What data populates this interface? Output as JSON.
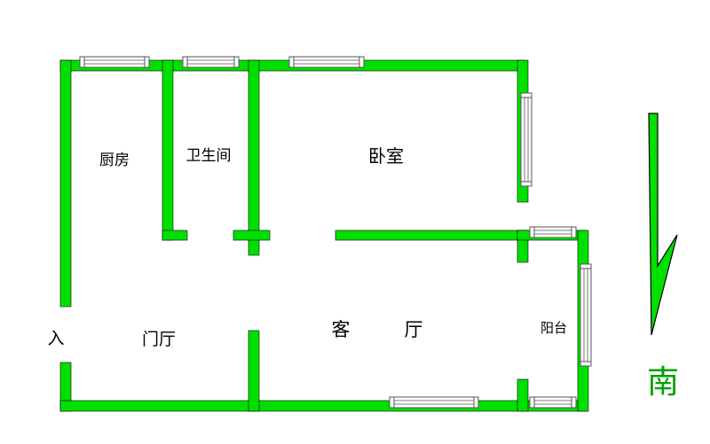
{
  "colors": {
    "wall": "#00e000",
    "wall_edge": "#000000",
    "window_frame": "#555555",
    "window_fill": "#ffffff",
    "text": "#000000"
  },
  "rooms": {
    "kitchen": "厨房",
    "bathroom": "卫生间",
    "bedroom": "卧室",
    "hall": "门厅",
    "living_a": "客",
    "living_b": "厅",
    "balcony": "阳台"
  },
  "entrance": "入",
  "compass": {
    "label": "南",
    "icon": "arrow-down-icon"
  }
}
